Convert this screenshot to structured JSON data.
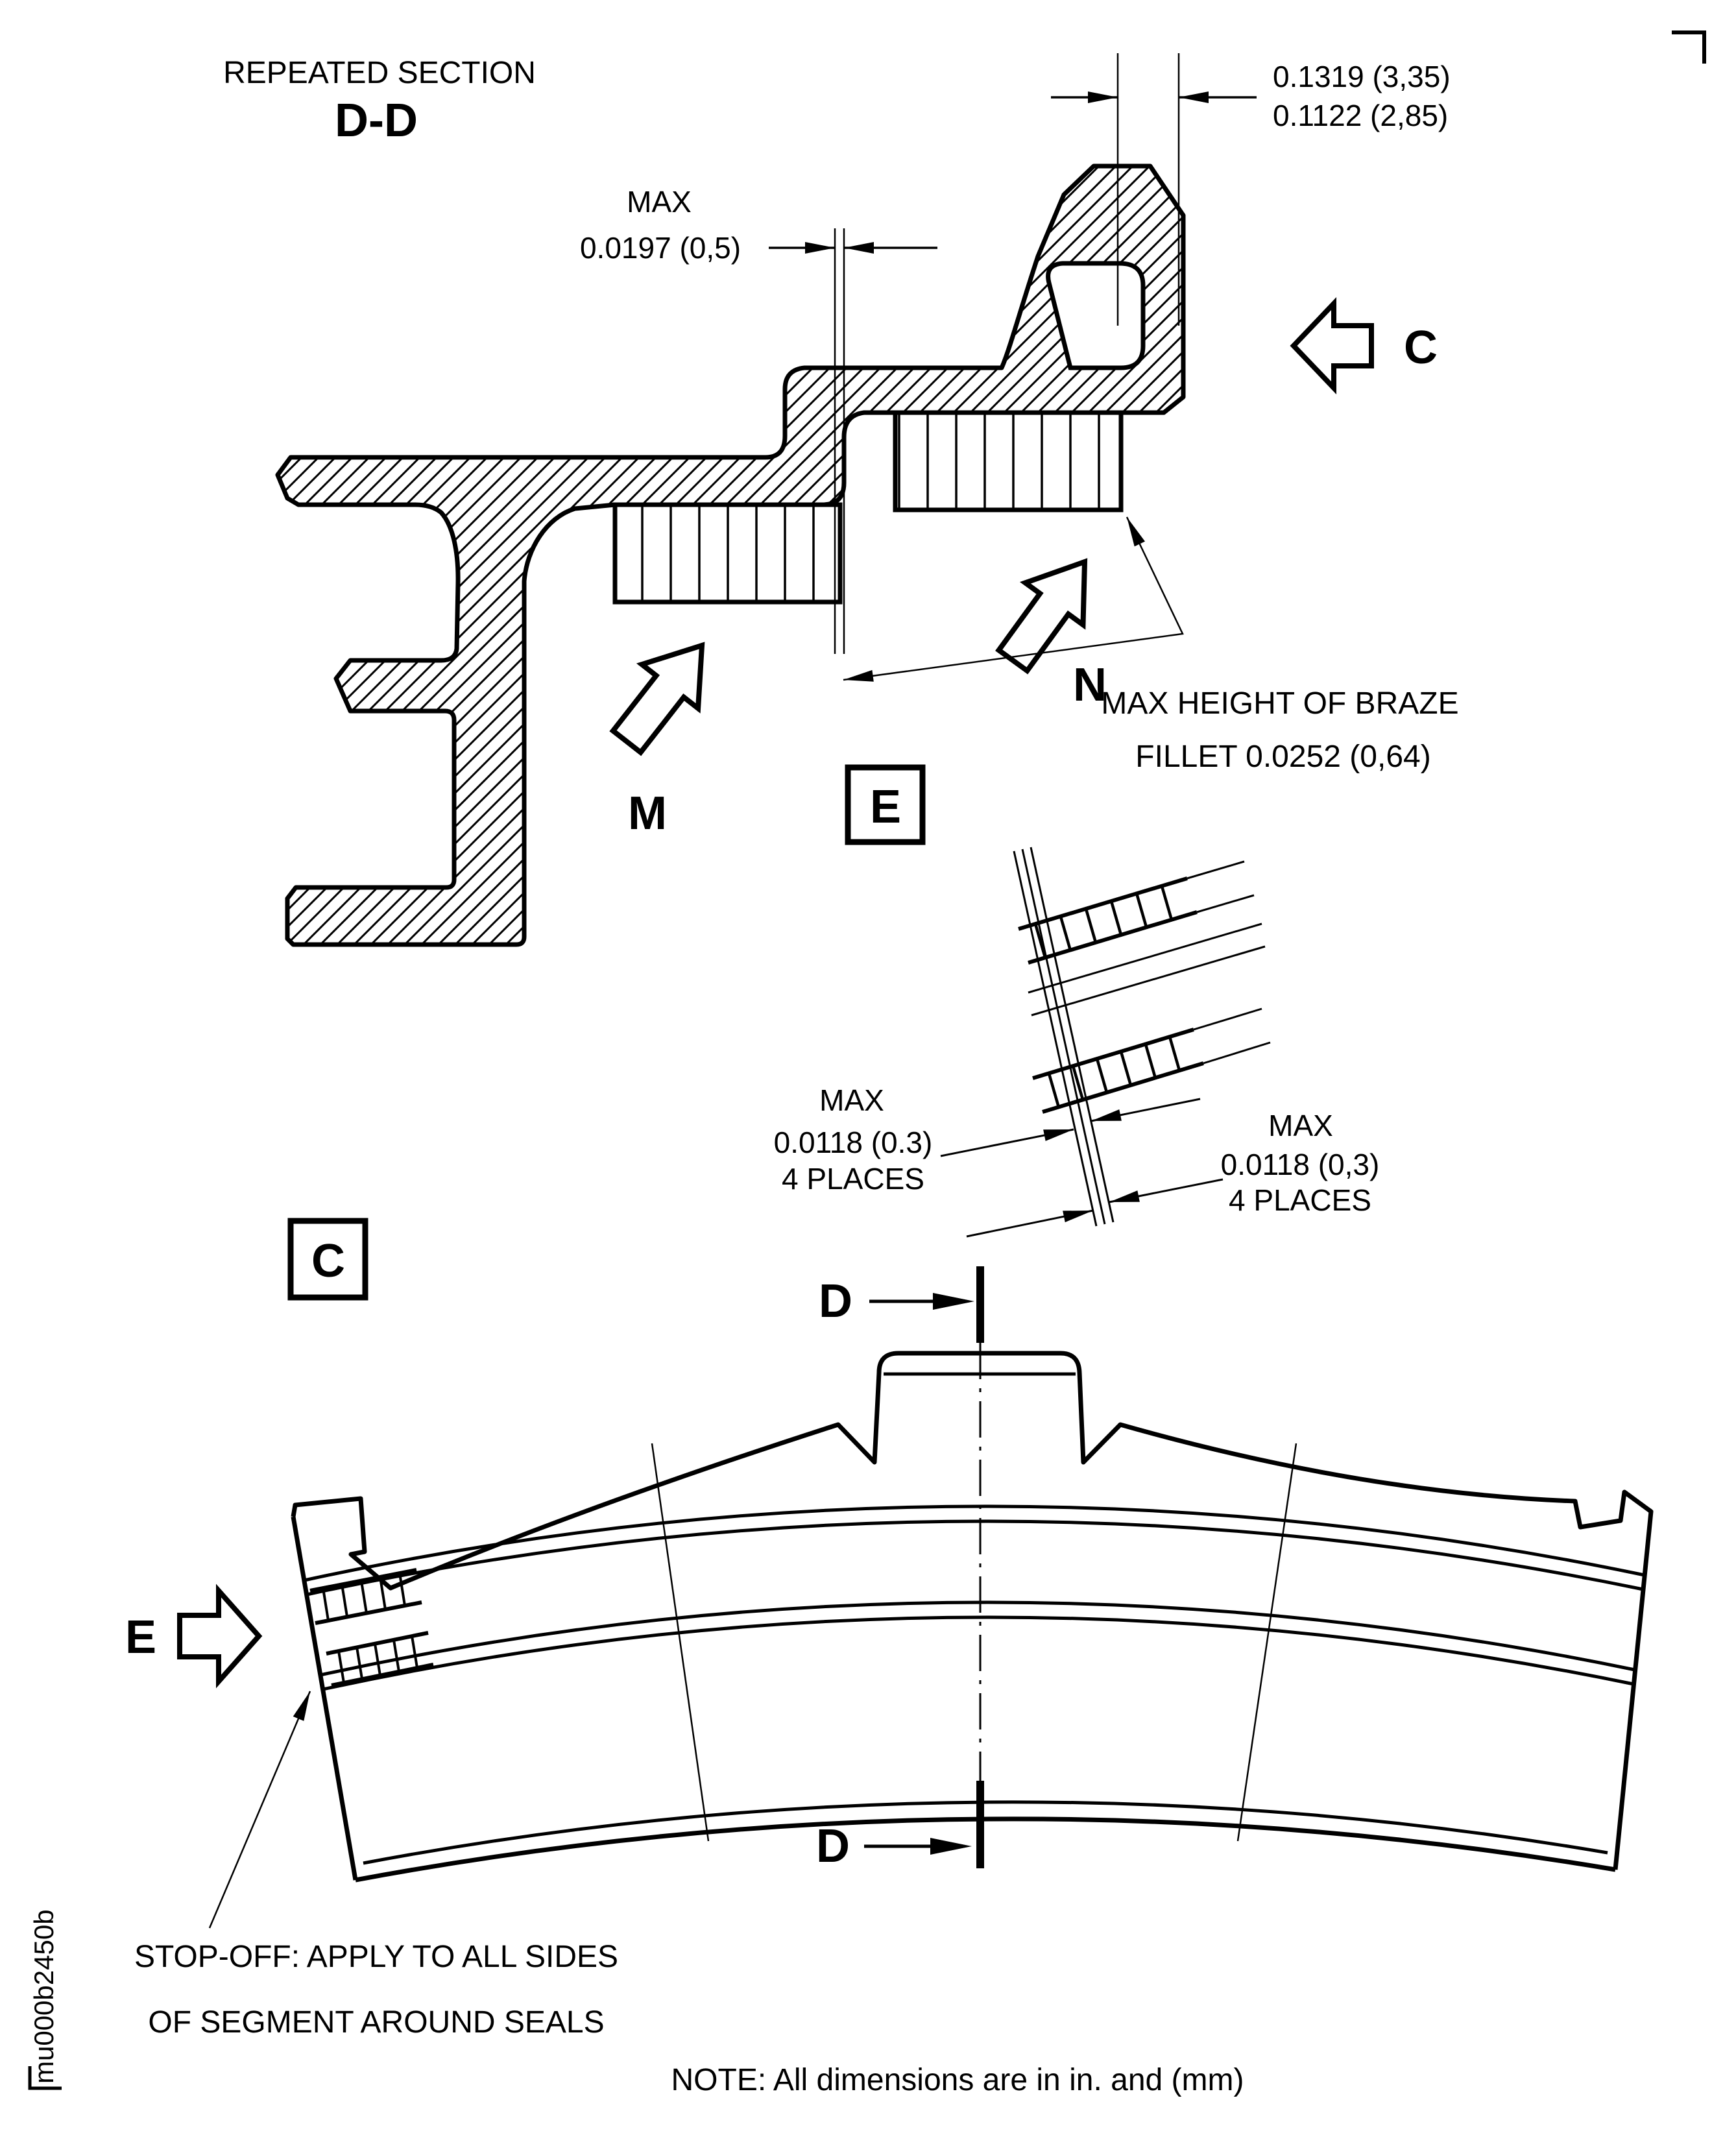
{
  "page": {
    "background": "#ffffff",
    "line_color": "#000000"
  },
  "titles": {
    "repeated_section": "REPEATED SECTION",
    "section_name": "D-D"
  },
  "dims": {
    "hook_width_upper": "0.1319 (3,35)",
    "hook_width_lower": "0.1122 (2,85)",
    "gap_max_label": "MAX",
    "gap_max_value": "0.0197 (0,5)",
    "braze_note_line1": "MAX HEIGHT OF BRAZE",
    "braze_note_line2": "FILLET 0.0252 (0,64)",
    "seal_clearance_left": {
      "max": "MAX",
      "value": "0.0118 (0.3)",
      "places": "4 PLACES"
    },
    "seal_clearance_right": {
      "max": "MAX",
      "value": "0.0118 (0,3)",
      "places": "4 PLACES"
    }
  },
  "labels": {
    "view_c_arrow": "C",
    "view_e_arrow": "E",
    "detail_e_box": "E",
    "detail_c_box": "C",
    "seal_m": "M",
    "seal_n": "N",
    "cut_d_top": "D",
    "cut_d_bottom": "D"
  },
  "notes": {
    "stop_off_line1": "STOP-OFF: APPLY TO ALL SIDES",
    "stop_off_line2": "OF SEGMENT AROUND SEALS",
    "dimensions_note": "NOTE: All dimensions are in in. and (mm)",
    "doc_number": "mu000b2450b"
  }
}
